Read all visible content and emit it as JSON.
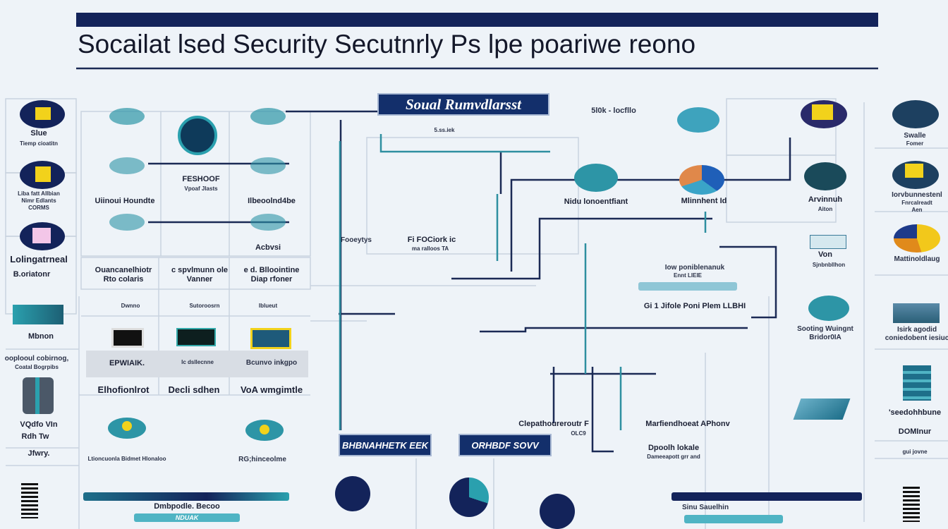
{
  "title": "Socailat lsed Security Secutnrly Ps lpe poariwe reono",
  "banner": "Soual Rumvdlarsst",
  "banner_note": {
    "head": "5l0k - locfllo",
    "sub": "5.ss.iek"
  },
  "left_column": [
    {
      "label": "Slue",
      "sub": "Tiemp cioatitn"
    },
    {
      "label": "Liba fatt Allbian",
      "sub": "Nimr Edlants",
      "sub2": "CORMS"
    },
    {
      "label": "Lolingatrneal",
      "sub": "B.oriatonr"
    },
    {
      "label": "Mbnon"
    },
    {
      "label": "ooplooul cobirnog,",
      "sub": "Coatal Bogrpibs"
    },
    {
      "label": "VQdfo VIn",
      "sub": "Rdh Tw",
      "sub2": "Jfwry."
    }
  ],
  "grid": {
    "row1": [
      "Uiinoui Houndte",
      "FESHOOF",
      "Ilbeoolnd4be"
    ],
    "row1_sub": "Vpoaf Jlasts",
    "acbvsi": "Acbvsi",
    "row2": [
      {
        "a": "Ouancanelhiotr",
        "b": "Rto colaris"
      },
      {
        "a": "c spvlmunn ole",
        "b": "Vanner"
      },
      {
        "a": "e d. Blloointine",
        "b": "Diap rfoner"
      }
    ],
    "row3": [
      "Dwnno",
      "Sutoroosrn",
      "Iblueut"
    ],
    "row4_head": [
      "EPWIAIK.",
      "Ic dsllecnne",
      "Bcunvo inkgpo"
    ],
    "row4": [
      "Elhofionlrot",
      "Decli sdhen",
      "VoA wmgimtle"
    ],
    "eyes": [
      "Ltioncuonla Bidmet Hlonaloo",
      "RG;hinceolme"
    ],
    "bottom_bar": "Dmbpodle. Becoo",
    "bottom_bar_sub": "NDUAK"
  },
  "center": {
    "fooeytys": "Fooeytys",
    "focus": "Fi FOCiork ic",
    "focus_sub": "ma ralloos TA",
    "buttons": [
      "BHBNAHHETK EEK",
      "ORHBDF SOVV"
    ],
    "clep": "Clepathoureroutr F",
    "clep_sub": "OLC9",
    "marf": "Marfiendhoeat APhonv",
    "dpool": "Dpoolh lokale",
    "dpool_sub": "Dameeapott grr and",
    "nidu": "Nidu lonoentfiant",
    "mlin": "Mlinnhent Id",
    "low": "Iow poniblenanuk",
    "low_sub": "Ennt LIEIE",
    "gi": "Gi 1 Jifole Poni Plem LLBHI",
    "sinu": "Sinu Sauelhin"
  },
  "right_inner": [
    {
      "label": "Arvinnuh",
      "sub": "Aiton"
    },
    {
      "label": "Von",
      "sub": "Sjnbnbllhon"
    },
    {
      "label": "Sooting Wuingnt",
      "sub": "Bridor0IA"
    }
  ],
  "right_column": [
    {
      "label": "Swalle",
      "sub": "Fomer"
    },
    {
      "label": "Iorvbunnestenl",
      "sub": "Fnrcalreadt",
      "sub2": "Aen"
    },
    {
      "label": "Mattinoldlaug"
    },
    {
      "label": "Isirk agodid",
      "sub": "coniedobent iesiuc"
    },
    {
      "label": "'seedohhbune",
      "sub": "DOMInur",
      "sub2": "gui jovne"
    }
  ],
  "colors": {
    "navy": "#13235a",
    "teal": "#2d95a6",
    "yellow": "#f2c81b",
    "bg": "#eef3f8"
  }
}
